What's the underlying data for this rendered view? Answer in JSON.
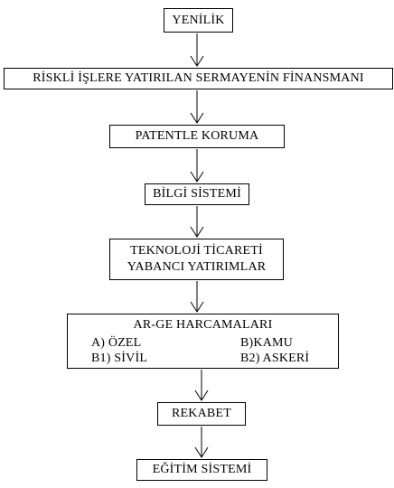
{
  "flowchart": {
    "step1": {
      "label": "YENİLİK"
    },
    "step2": {
      "label": "RİSKLİ İŞLERE YATIRILAN SERMAYENİN FİNANSMANI"
    },
    "step3": {
      "label": "PATENTLE KORUMA"
    },
    "step4": {
      "label": "BİLGİ SİSTEMİ"
    },
    "step5": {
      "line1": "TEKNOLOJİ TİCARETİ",
      "line2": "YABANCI YATIRIMLAR"
    },
    "step6": {
      "title": "AR-GE HARCAMALARI",
      "a": "A) ÖZEL",
      "b": "B)KAMU",
      "b1": "B1) SİVİL",
      "b2": "B2) ASKERİ"
    },
    "step7": {
      "label": "REKABET"
    },
    "step8": {
      "label": "EĞİTİM SİSTEMİ"
    }
  }
}
